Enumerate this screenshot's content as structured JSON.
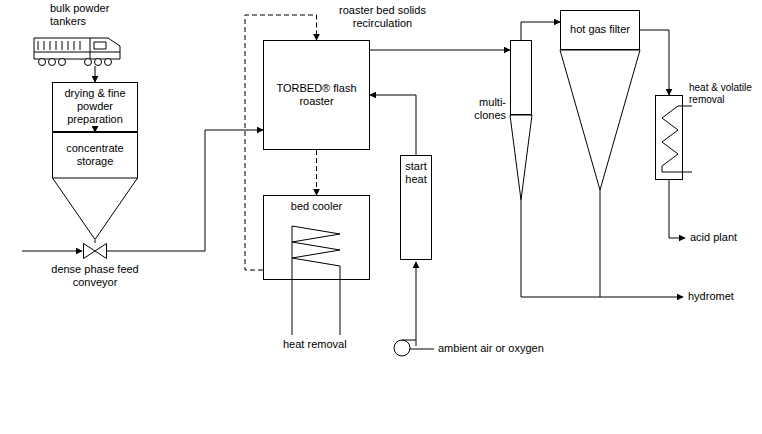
{
  "diagram": {
    "nodes": [
      {
        "text": [
          "bulk powder tankers"
        ]
      },
      {
        "text": [
          "drying & fine powder preparation"
        ]
      },
      {
        "text": [
          "concentrate storage"
        ]
      },
      {
        "text": [
          "dense phase feed conveyor"
        ]
      },
      {
        "text": [
          "TORBED® flash roaster"
        ]
      },
      {
        "text": [
          "bed cooler"
        ]
      },
      {
        "text": [
          "start heat"
        ]
      },
      {
        "text": [
          "multi-clones"
        ]
      },
      {
        "text": [
          "hot gas filter"
        ]
      },
      {
        "text": [
          "heat & volatile removal"
        ]
      }
    ],
    "edges": [
      {
        "from": 0,
        "to": 1,
        "arrow": "to"
      },
      {
        "from": 1,
        "to": 2,
        "arrow": "to"
      },
      {
        "from": 2,
        "to": 3,
        "arrow": "none"
      },
      {
        "from": 3,
        "to": 4,
        "arrow": "to"
      },
      {
        "from": 4,
        "to": 5,
        "arrow": "to"
      },
      {
        "from": 5,
        "to": 4,
        "arrow": "to"
      },
      {
        "from": 6,
        "to": 4,
        "arrow": "to"
      },
      {
        "from": 4,
        "to": 7,
        "arrow": "to"
      },
      {
        "from": 7,
        "to": 8,
        "arrow": "to"
      },
      {
        "from": 8,
        "to": 9,
        "arrow": "to"
      }
    ],
    "labels": [
      "roaster bed solids recirculation",
      "heat removal",
      "acid plant",
      "hydromet",
      "ambient air or oxygen"
    ]
  }
}
